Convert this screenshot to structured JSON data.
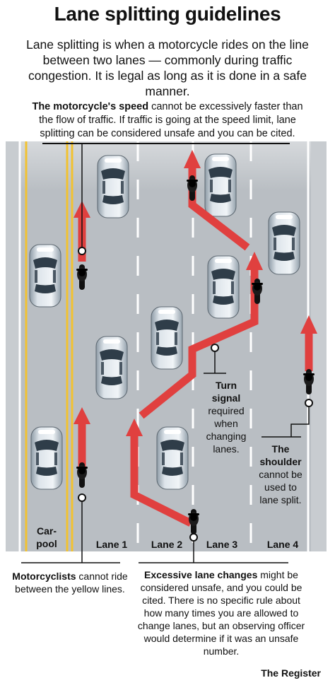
{
  "title": "Lane splitting guidelines",
  "intro": "Lane splitting is when a motorcycle rides on the line between two lanes — commonly during traffic congestion. It is legal as long as it is done in a safe manner.",
  "speed_note": {
    "bold": "The motorcycle's speed",
    "rest": " cannot be excessively faster than the flow of traffic. If traffic is going at the speed limit, lane splitting can be considered unsafe and you can be cited."
  },
  "lanes": {
    "carpool": "Car-\npool",
    "lane1": "Lane 1",
    "lane2": "Lane 2",
    "lane3": "Lane 3",
    "lane4": "Lane 4"
  },
  "turn_signal": {
    "bold": "Turn signal",
    "rest": "required when changing lanes."
  },
  "shoulder": {
    "bold": "The shoulder",
    "rest": "cannot be used to lane split."
  },
  "motorcyclists": {
    "bold": "Motorcyclists",
    "rest": " cannot ride between the yellow lines."
  },
  "excessive": {
    "bold": "Excessive lane changes",
    "rest": " might be considered unsafe, and you could be cited. There is no specific rule about how many times you are allowed to change lanes, but an observing officer would determine if it was an unsafe number."
  },
  "credit": "The Register",
  "colors": {
    "road": "#b9bec3",
    "arrow": "#e0403f",
    "yellow": "#f2c230",
    "car": "#c9d3da"
  }
}
